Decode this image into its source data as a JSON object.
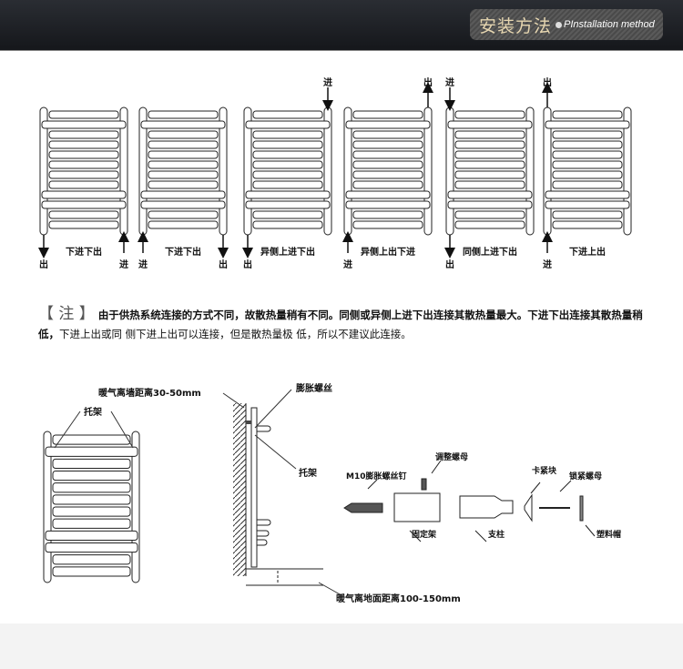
{
  "header": {
    "title_zh": "安装方法",
    "title_en": "PInstallation method"
  },
  "configs": [
    {
      "label": "下进下出",
      "left": "出",
      "right": "进"
    },
    {
      "label": "下进下出",
      "left": "进",
      "right": "出"
    },
    {
      "label": "异侧上进下出",
      "left": "出",
      "top_right": "进"
    },
    {
      "label": "异侧上出下进",
      "left": "进",
      "top_right": "出"
    },
    {
      "label": "同侧上进下出",
      "left": "出",
      "top_left": "进"
    },
    {
      "label": "下进上出",
      "left": "进",
      "top_left": "出"
    }
  ],
  "note": {
    "bracket": "【 注 】",
    "bold": "由于供热系统连接的方式不同，故散热量稍有不同。同侧或异侧上进下出连接其散热量最大。下进下出连接其散热量稍低，",
    "normal": "下进上出或同 侧下进上出可以连接，但是散热量极 低，所以不建议此连接。"
  },
  "install": {
    "bracket_front": "托架",
    "wall_distance": "暖气离墙距离30-50mm",
    "expansion_screw": "膨胀螺丝",
    "bracket_side": "托架",
    "floor_distance": "暖气离地面距离100-150mm"
  },
  "parts": {
    "adjust_nut": "调整螺母",
    "m10_screw": "M10膨胀螺丝钉",
    "fixed_frame": "固定架",
    "pillar": "支柱",
    "clamp_block": "卡紧块",
    "lock_nut": "锁紧螺母",
    "plastic_cap": "塑料帽"
  }
}
